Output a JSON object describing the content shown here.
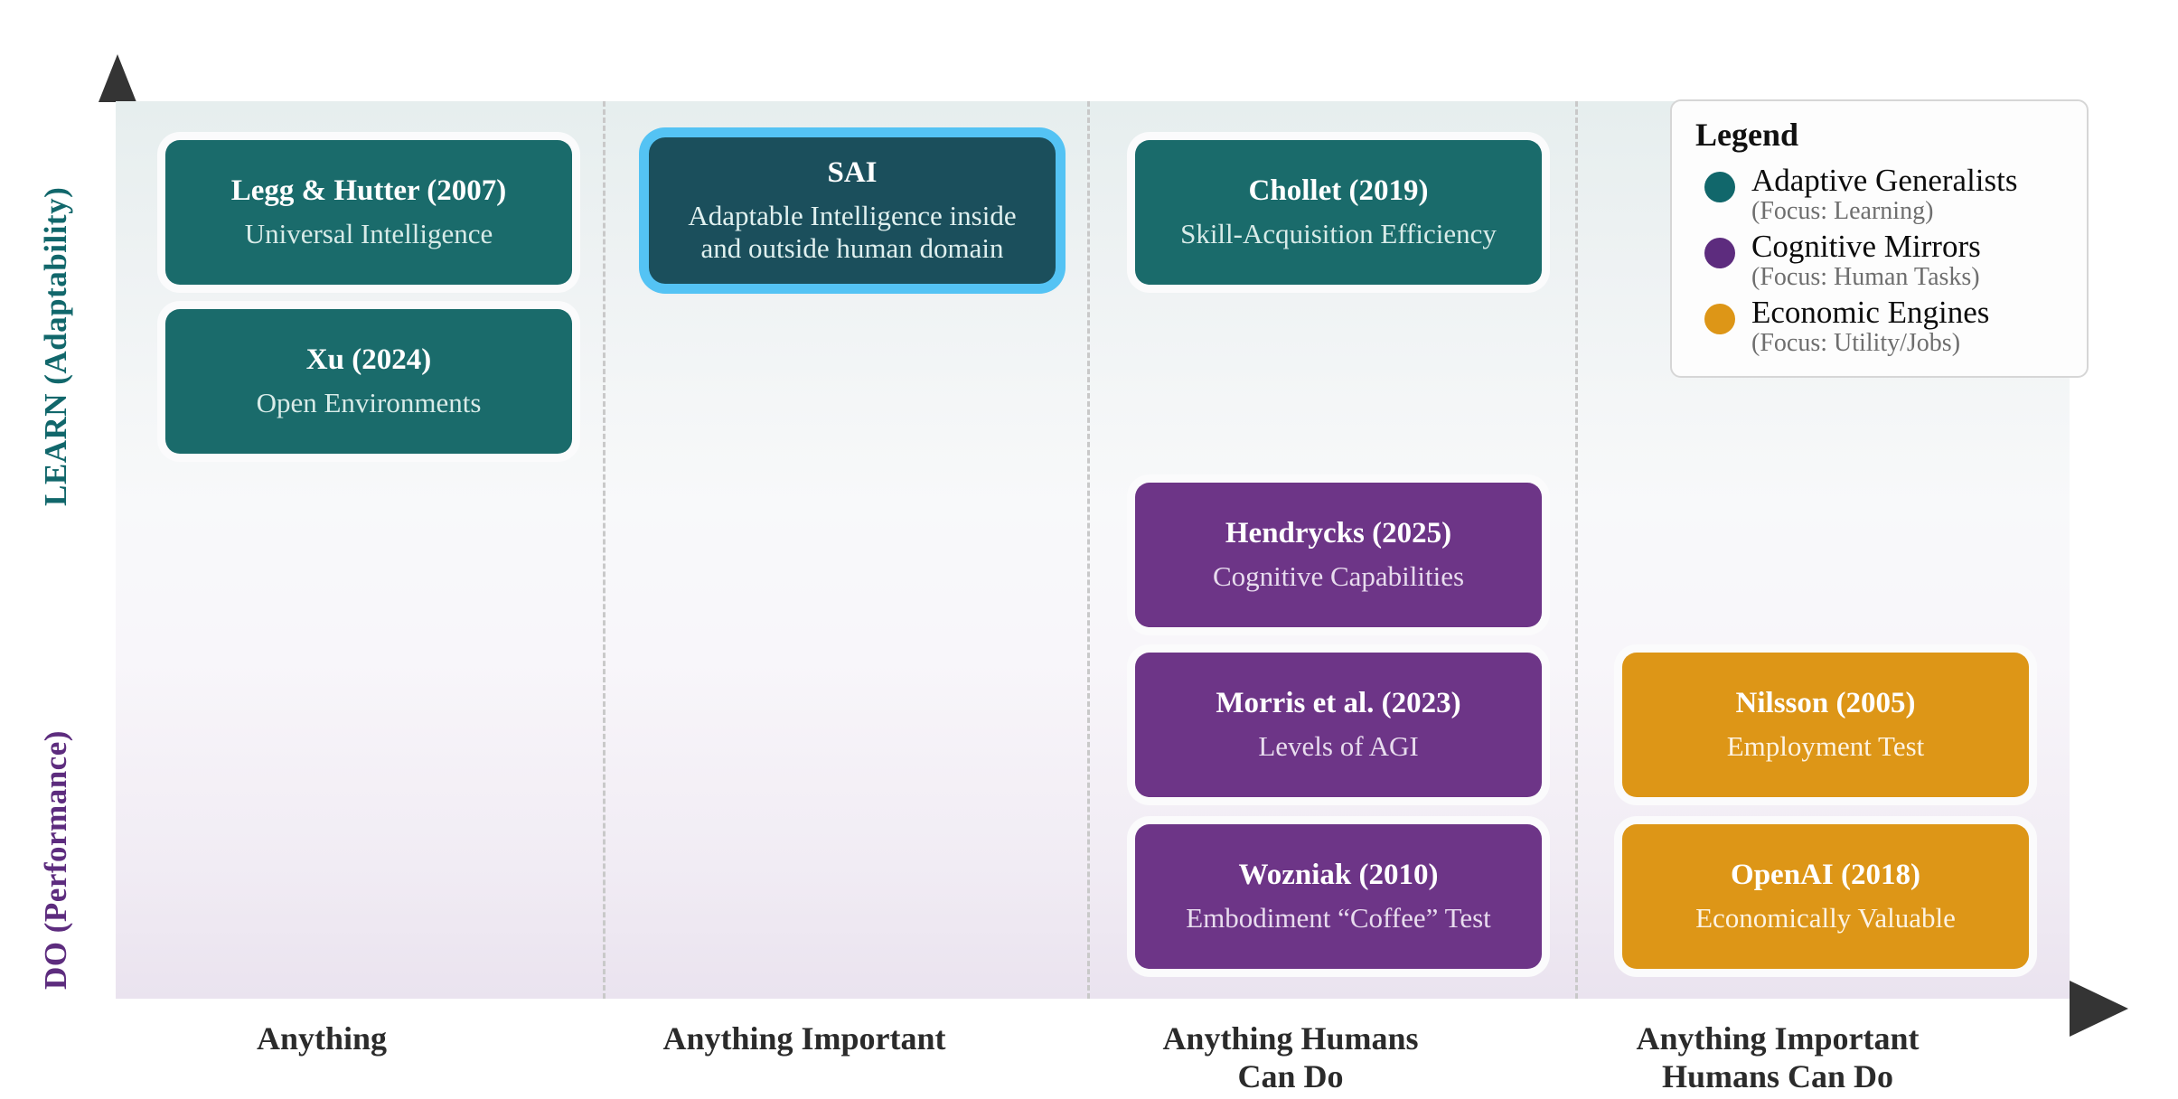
{
  "axes": {
    "y_top_label": "LEARN (Adaptability)",
    "y_bottom_label": "DO (Performance)",
    "y_top_color": "#11676b",
    "y_bottom_color": "#5d2c7e",
    "x_labels": [
      "Anything",
      "Anything Important",
      "Anything Humans\nCan Do",
      "Anything Important\nHumans Can Do"
    ],
    "x_label_1": "Anything",
    "x_label_2": "Anything Important",
    "x_label_3_line1": "Anything Humans",
    "x_label_3_line2": "Can Do",
    "x_label_4_line1": "Anything Important",
    "x_label_4_line2": "Humans Can Do"
  },
  "legend": {
    "title": "Legend",
    "items": [
      {
        "color": "#11676b",
        "name": "Adaptive Generalists",
        "focus": "(Focus: Learning)"
      },
      {
        "color": "#5d2c7e",
        "name": "Cognitive Mirrors",
        "focus": "(Focus: Human Tasks)"
      },
      {
        "color": "#dd9617",
        "name": "Economic Engines",
        "focus": "(Focus: Utility/Jobs)"
      }
    ]
  },
  "cards": [
    {
      "title": "Legg & Hutter (2007)",
      "sub": "Universal Intelligence",
      "category": "teal",
      "highlight": false
    },
    {
      "title": "Xu (2024)",
      "sub": "Open Environments",
      "category": "teal",
      "highlight": false
    },
    {
      "title": "SAI",
      "sub": "Adaptable Intelligence inside\nand outside human domain",
      "sub_line1": "Adaptable Intelligence inside",
      "sub_line2": "and outside human domain",
      "category": "teal",
      "highlight": true
    },
    {
      "title": "Chollet (2019)",
      "sub": "Skill-Acquisition Efficiency",
      "category": "teal",
      "highlight": false
    },
    {
      "title": "Hendrycks (2025)",
      "sub": "Cognitive Capabilities",
      "category": "purple",
      "highlight": false
    },
    {
      "title": "Morris et al. (2023)",
      "sub": "Levels of AGI",
      "category": "purple",
      "highlight": false
    },
    {
      "title": "Wozniak (2010)",
      "sub": "Embodiment “Coffee” Test",
      "category": "purple",
      "highlight": false
    },
    {
      "title": "Nilsson (2005)",
      "sub": "Employment Test",
      "category": "orange",
      "highlight": false
    },
    {
      "title": "OpenAI (2018)",
      "sub": "Economically Valuable",
      "category": "orange",
      "highlight": false
    }
  ],
  "chart_data": {
    "type": "scatter",
    "title": "",
    "xlabel": "",
    "ylabel": "",
    "x_categories": [
      "Anything",
      "Anything Important",
      "Anything Humans Can Do",
      "Anything Important Humans Can Do"
    ],
    "y_categories": [
      "DO (Performance)",
      "LEARN (Adaptability)"
    ],
    "grid": "vertical dashed separators between x categories",
    "legend_position": "top-right inside plot",
    "points": [
      {
        "label": "Legg & Hutter (2007)",
        "detail": "Universal Intelligence",
        "x": "Anything",
        "y": "LEARN (Adaptability)",
        "series": "Adaptive Generalists",
        "color": "#1a6b6b"
      },
      {
        "label": "Xu (2024)",
        "detail": "Open Environments",
        "x": "Anything",
        "y": "LEARN (Adaptability)",
        "series": "Adaptive Generalists",
        "color": "#1a6b6b"
      },
      {
        "label": "SAI",
        "detail": "Adaptable Intelligence inside and outside human domain",
        "x": "Anything Important",
        "y": "LEARN (Adaptability)",
        "series": "Adaptive Generalists",
        "color": "#1b4f5c",
        "highlighted": true
      },
      {
        "label": "Chollet (2019)",
        "detail": "Skill-Acquisition Efficiency",
        "x": "Anything Humans Can Do",
        "y": "LEARN (Adaptability)",
        "series": "Adaptive Generalists",
        "color": "#1a6b6b"
      },
      {
        "label": "Hendrycks (2025)",
        "detail": "Cognitive Capabilities",
        "x": "Anything Humans Can Do",
        "y": "middle",
        "series": "Cognitive Mirrors",
        "color": "#6d3587"
      },
      {
        "label": "Morris et al. (2023)",
        "detail": "Levels of AGI",
        "x": "Anything Humans Can Do",
        "y": "DO (Performance)",
        "series": "Cognitive Mirrors",
        "color": "#6d3587"
      },
      {
        "label": "Wozniak (2010)",
        "detail": "Embodiment “Coffee” Test",
        "x": "Anything Humans Can Do",
        "y": "DO (Performance)",
        "series": "Cognitive Mirrors",
        "color": "#6d3587"
      },
      {
        "label": "Nilsson (2005)",
        "detail": "Employment Test",
        "x": "Anything Important Humans Can Do",
        "y": "DO (Performance)",
        "series": "Economic Engines",
        "color": "#dd9617"
      },
      {
        "label": "OpenAI (2018)",
        "detail": "Economically Valuable",
        "x": "Anything Important Humans Can Do",
        "y": "DO (Performance)",
        "series": "Economic Engines",
        "color": "#dd9617"
      }
    ],
    "series": [
      {
        "name": "Adaptive Generalists",
        "focus": "Learning",
        "color": "#11676b",
        "count": 4
      },
      {
        "name": "Cognitive Mirrors",
        "focus": "Human Tasks",
        "color": "#5d2c7e",
        "count": 3
      },
      {
        "name": "Economic Engines",
        "focus": "Utility/Jobs",
        "color": "#dd9617",
        "count": 2
      }
    ]
  }
}
